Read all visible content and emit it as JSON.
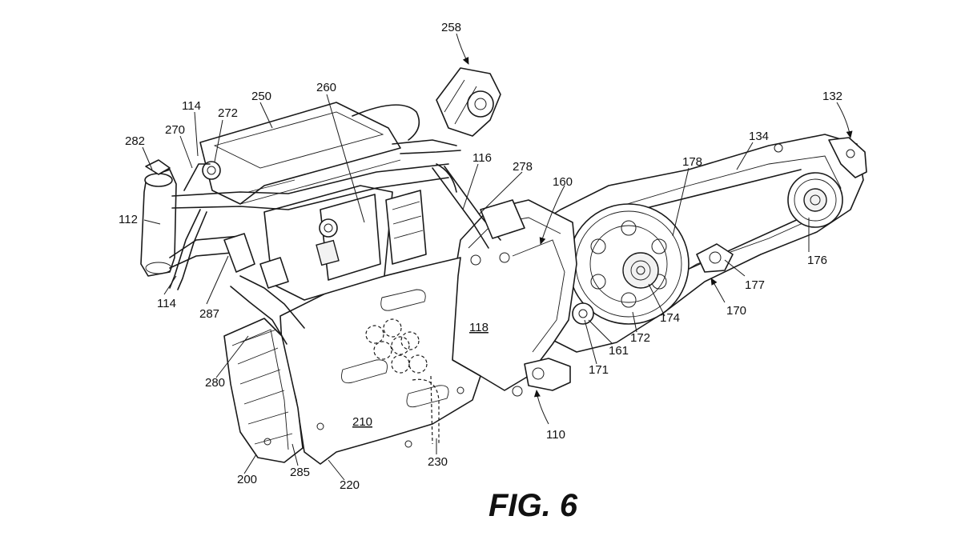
{
  "figure": {
    "caption": "FIG. 6"
  },
  "labels": {
    "l258": "258",
    "l250": "250",
    "l260": "260",
    "l114a": "114",
    "l272": "272",
    "l270": "270",
    "l282": "282",
    "l112": "112",
    "l114b": "114",
    "l287": "287",
    "l280": "280",
    "l200": "200",
    "l285": "285",
    "l220": "220",
    "l230": "230",
    "l210": "210",
    "l118": "118",
    "l116": "116",
    "l278": "278",
    "l160": "160",
    "l110": "110",
    "l171": "171",
    "l161": "161",
    "l172": "172",
    "l174": "174",
    "l170": "170",
    "l177": "177",
    "l176": "176",
    "l178": "178",
    "l134": "134",
    "l132": "132"
  }
}
